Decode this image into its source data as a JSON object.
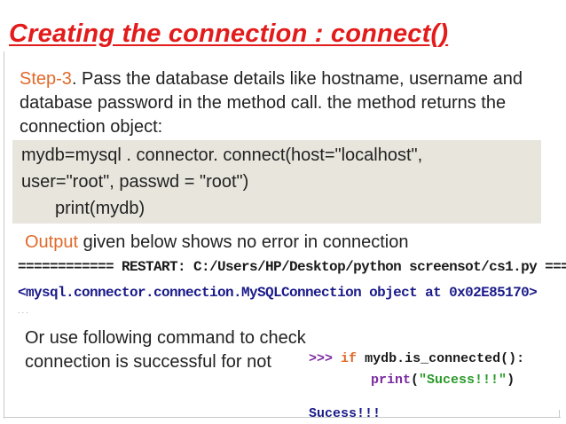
{
  "title": "Creating the connection : connect()",
  "step": {
    "label": "Step-3",
    "text": ". Pass the database details like hostname, username and database password in the method call. the method returns the connection object:"
  },
  "code": {
    "line1": "mydb=mysql . connector. connect(host=\"localhost\",",
    "line2": "user=\"root\", passwd = \"root\")",
    "line3": "print(mydb)"
  },
  "output": {
    "label": "Output",
    "text": " given below shows no error in connection"
  },
  "shell": {
    "restart": "============ RESTART: C:/Users/HP/Desktop/python screensot/cs1.py ===",
    "connection": "<mysql.connector.connection.MySQLConnection object at 0x02E85170>",
    "dots": "..."
  },
  "check_text": "Or use following command to check connection is successful for not",
  "check_code": {
    "prompt": ">>>",
    "if_kw": "if",
    "condition": "mydb.is_connected():",
    "print_fn": "print",
    "open_paren": "(",
    "print_str": "\"Sucess!!!\"",
    "close_paren": ")",
    "result": "Sucess!!!"
  },
  "colors": {
    "title": "#e31b1b",
    "accent_orange": "#e06a2a",
    "code_bg": "#e8e5dd",
    "shell_blue": "#1a1a8a",
    "string_green": "#2a9a2a",
    "prompt_purple": "#7a2aa0"
  }
}
